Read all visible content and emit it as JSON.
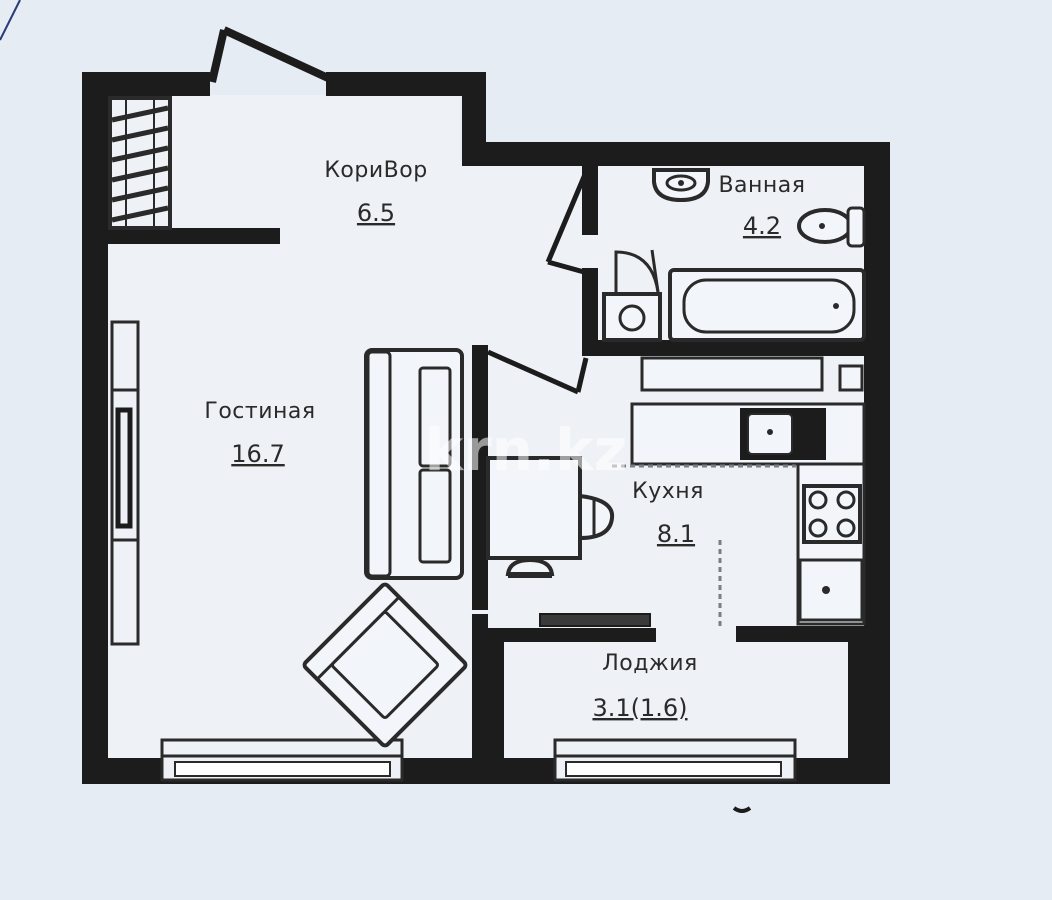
{
  "colors": {
    "background": "#e6ecf3",
    "floor": "#eef2f7",
    "wall": "#1c1c1c",
    "line": "#2a2a2a"
  },
  "rooms": {
    "corridor": {
      "name": "КориВор",
      "area": "6.5"
    },
    "bathroom": {
      "name": "Ванная",
      "area": "4.2"
    },
    "living": {
      "name": "Гостиная",
      "area": "16.7"
    },
    "kitchen": {
      "name": "Кухня",
      "area": "8.1"
    },
    "loggia": {
      "name": "Лоджия",
      "area": "3.1(1.6)"
    }
  },
  "watermark": {
    "text": "krn.kz"
  },
  "icons": [
    "wardrobe-icon",
    "sink-icon",
    "toilet-icon",
    "bathtub-icon",
    "washing-machine-icon",
    "kitchen-sink-icon",
    "stove-icon",
    "fridge-icon",
    "sofa-icon",
    "armchair-icon",
    "dining-table-icon",
    "chair-icon",
    "radiator-icon",
    "window-icon",
    "door-icon"
  ]
}
